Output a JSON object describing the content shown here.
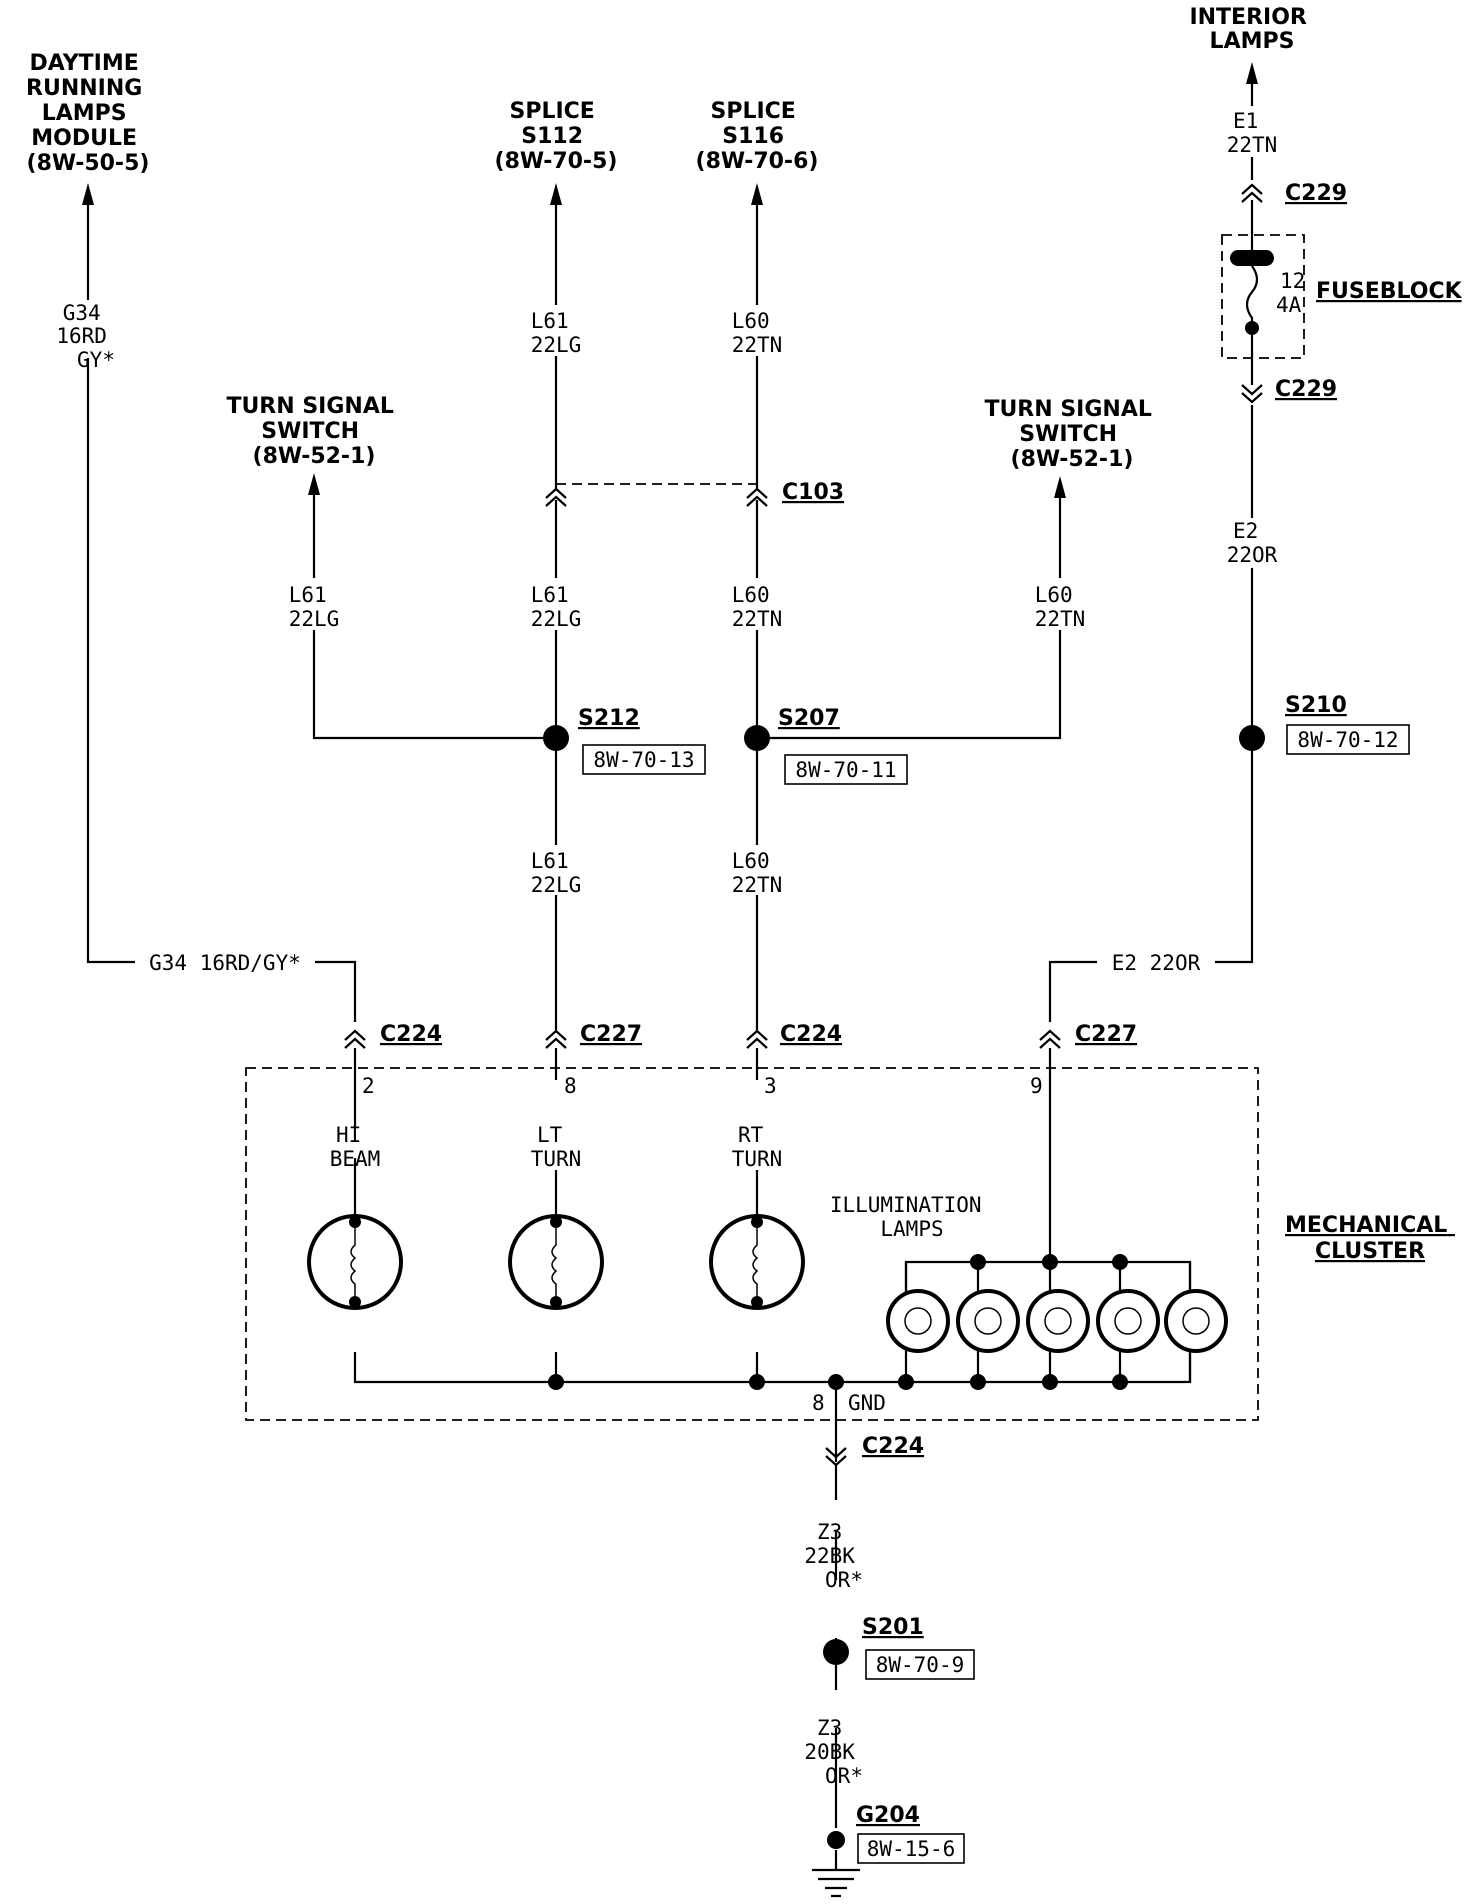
{
  "destinations": {
    "drl": [
      "DAYTIME",
      "RUNNING",
      "LAMPS",
      "MODULE",
      "(8W-50-5)"
    ],
    "splice112": [
      "SPLICE",
      "S112",
      "(8W-70-5)"
    ],
    "splice116": [
      "SPLICE",
      "S116",
      "(8W-70-6)"
    ],
    "interior": [
      "INTERIOR",
      "LAMPS"
    ],
    "tss_left": [
      "TURN SIGNAL",
      "SWITCH",
      "(8W-52-1)"
    ],
    "tss_right": [
      "TURN SIGNAL",
      "SWITCH",
      "(8W-52-1)"
    ]
  },
  "wires": {
    "g34_vertical": [
      "G34",
      "16RD",
      "GY*"
    ],
    "g34_horizontal": "G34 16RD/GY*",
    "l61_top": [
      "L61",
      "22LG"
    ],
    "l60_top": [
      "L60",
      "22TN"
    ],
    "l61_left": [
      "L61",
      "22LG"
    ],
    "l61_mid": [
      "L61",
      "22LG"
    ],
    "l60_mid": [
      "L60",
      "22TN"
    ],
    "l60_right": [
      "L60",
      "22TN"
    ],
    "l61_low": [
      "L61",
      "22LG"
    ],
    "l60_low": [
      "L60",
      "22TN"
    ],
    "e1": [
      "E1",
      "22TN"
    ],
    "e2_vertical": [
      "E2",
      "22OR"
    ],
    "e2_horizontal": "E2 22OR",
    "z3_upper": [
      "Z3",
      "22BK",
      "OR*"
    ],
    "z3_lower": [
      "Z3",
      "20BK",
      "OR*"
    ]
  },
  "connectors": {
    "c229_top": "C229",
    "c229_bottom": "C229",
    "c103": "C103",
    "c224_a": "C224",
    "c227_a": "C227",
    "c224_b": "C224",
    "c227_b": "C227",
    "c224_gnd": "C224"
  },
  "fuseblock": {
    "label": "FUSEBLOCK",
    "fuse_number": "12",
    "fuse_rating": "4A"
  },
  "splices": {
    "s212": {
      "id": "S212",
      "ref": "8W-70-13"
    },
    "s207": {
      "id": "S207",
      "ref": "8W-70-11"
    },
    "s210": {
      "id": "S210",
      "ref": "8W-70-12"
    },
    "s201": {
      "id": "S201",
      "ref": "8W-70-9"
    }
  },
  "ground": {
    "id": "G204",
    "ref": "8W-15-6"
  },
  "cluster": {
    "label": [
      "MECHANICAL",
      "CLUSTER"
    ],
    "pins": {
      "hi_beam": "2",
      "lt_turn": "8",
      "rt_turn": "3",
      "illum": "9",
      "gnd": "8"
    },
    "gnd_label": "GND",
    "hi_beam": [
      "HI",
      "BEAM"
    ],
    "lt_turn": [
      "LT",
      "TURN"
    ],
    "rt_turn": [
      "RT",
      "TURN"
    ],
    "illumination": [
      "ILLUMINATION",
      "LAMPS"
    ]
  }
}
